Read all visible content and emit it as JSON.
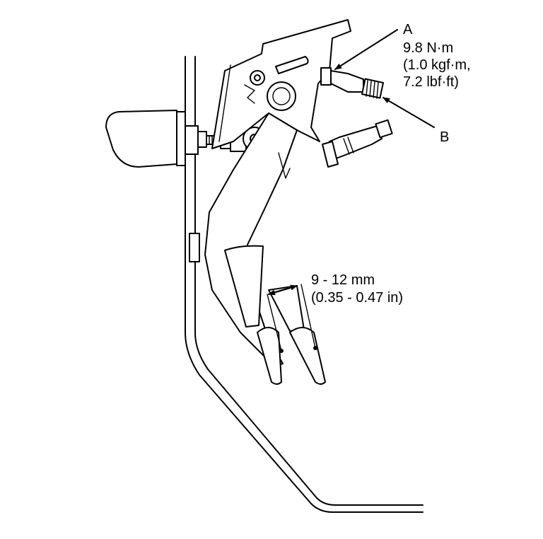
{
  "callouts": {
    "a": {
      "letter": "A",
      "torque_line1": "9.8 N·m",
      "torque_line2": "(1.0 kgf·m,",
      "torque_line3": "7.2 lbf·ft)"
    },
    "b": {
      "letter": "B"
    },
    "clearance": {
      "metric": "9 - 12 mm",
      "imperial": "(0.35 - 0.47 in)"
    }
  },
  "colors": {
    "ink": "#000000",
    "paper": "#ffffff"
  }
}
